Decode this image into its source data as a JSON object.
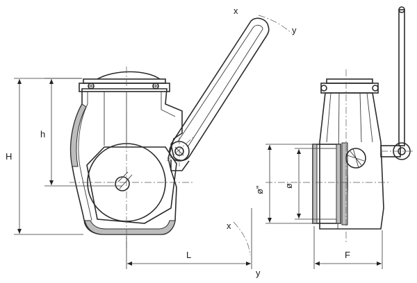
{
  "labels": {
    "H": "H",
    "h": "h",
    "L": "L",
    "F": "F",
    "D_outer": "ø\"",
    "D_inner": "ø",
    "x_top": "x",
    "y_top": "y",
    "x_bottom": "x",
    "y_bottom": "y"
  }
}
